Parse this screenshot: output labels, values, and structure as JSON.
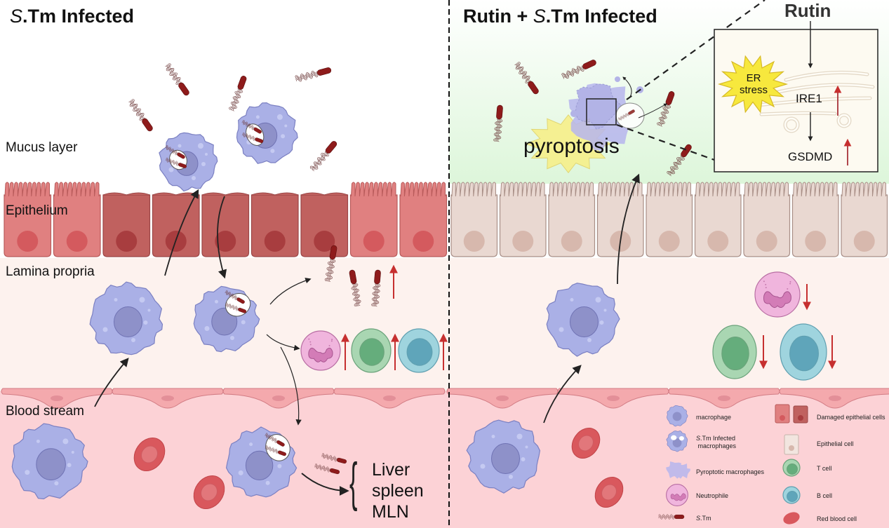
{
  "panels": {
    "left": {
      "title_italic": "S",
      "title_rest": ".Tm Infected"
    },
    "right": {
      "title_prefix": "Rutin + ",
      "title_italic": "S",
      "title_rest": ".Tm Infected"
    }
  },
  "layers": {
    "mucus": "Mucus layer",
    "epithelium": "Epithelium",
    "lamina": "Lamina propria",
    "blood": "Blood stream"
  },
  "organs": [
    "Liver",
    "spleen",
    "MLN"
  ],
  "pyroptosis_label": "pyroptosis",
  "pathway": {
    "top": "Rutin",
    "er_stress_line1": "ER",
    "er_stress_line2": "stress",
    "ire1": "IRE1",
    "gsdmd": "GSDMD",
    "ire1_change": "up",
    "gsdmd_change": "up"
  },
  "changes": {
    "left": {
      "bacteria": "up",
      "neutrophile": "up",
      "t_cell": "up",
      "b_cell": "up"
    },
    "right": {
      "neutrophile": "down",
      "t_cell": "down",
      "b_cell": "down"
    }
  },
  "legend": [
    {
      "icon": "macrophage-icon",
      "label": "macrophage"
    },
    {
      "icon": "infected-macrophage-icon",
      "label_italic": "S",
      "label": ".Tm Infected",
      "label2": "macrophages"
    },
    {
      "icon": "pyroptotic-macrophage-icon",
      "label": "Pyroptotic macrophages"
    },
    {
      "icon": "neutrophile-icon",
      "label": "Neutrophile"
    },
    {
      "icon": "bacteria-icon",
      "label_italic": "S",
      "label": ".Tm"
    },
    {
      "icon": "damaged-epithelial-icon",
      "label": "Damaged epithelial cells"
    },
    {
      "icon": "epithelial-cell-icon",
      "label": "Epithelial cell"
    },
    {
      "icon": "t-cell-icon",
      "label": "T cell"
    },
    {
      "icon": "b-cell-icon",
      "label": "B cell"
    },
    {
      "icon": "red-blood-cell-icon",
      "label": "Red blood cell"
    }
  ],
  "colors": {
    "macrophage": "#aab0e6",
    "macrophage_nucleus": "#8e91c9",
    "bacteria": "#8e1b1b",
    "healthy_epi": "#e07f7f",
    "damaged_epi": "#c0615f",
    "treated_epi": "#e8d6d0",
    "lamina_bg": "#fdf2ee",
    "blood_bg": "#fcd2d6",
    "mucus_green": "#e4f8e2",
    "up_arrow": "#c62f2f",
    "t_cell": "#a9d6b2",
    "b_cell": "#9fd4de",
    "neutrophile": "#f0b5dd"
  }
}
